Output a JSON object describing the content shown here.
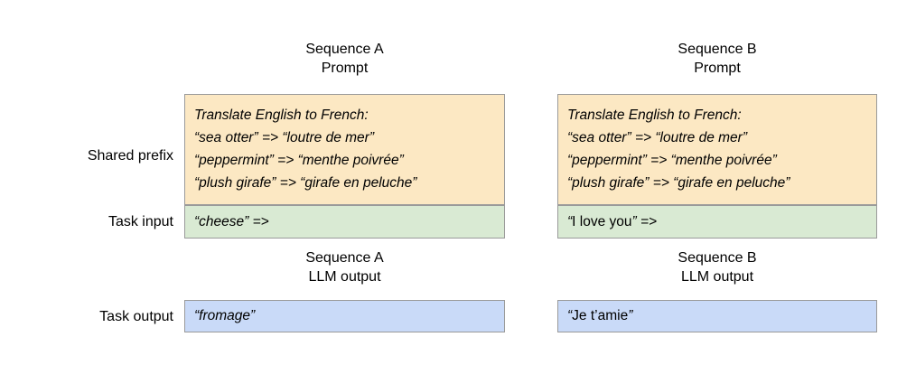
{
  "diagram": {
    "row_labels": {
      "shared_prefix": "Shared prefix",
      "task_input": "Task input",
      "task_output": "Task output"
    },
    "columns": [
      {
        "id": "sequence-a",
        "prompt_header": {
          "line1": "Sequence A",
          "line2": "Prompt"
        },
        "output_header": {
          "line1": "Sequence A",
          "line2": "LLM output"
        },
        "shared_prefix_lines": [
          "Translate English to French:",
          "“sea otter” => “loutre de mer”",
          "“peppermint” => “menthe poivrée”",
          "“plush girafe” => “girafe en peluche”"
        ],
        "task_input": {
          "open_quote": "“",
          "body": "cheese",
          "close_quote": "”",
          "arrow": " =>",
          "upright_body": false
        },
        "task_output": {
          "open_quote": "“",
          "body": "fromage",
          "close_quote": "”",
          "arrow": "",
          "upright_body": false
        }
      },
      {
        "id": "sequence-b",
        "prompt_header": {
          "line1": "Sequence B",
          "line2": "Prompt"
        },
        "output_header": {
          "line1": "Sequence B",
          "line2": "LLM output"
        },
        "shared_prefix_lines": [
          "Translate English to French:",
          "“sea otter” => “loutre de mer”",
          "“peppermint” => “menthe poivrée”",
          "“plush girafe” => “girafe en peluche”"
        ],
        "task_input": {
          "open_quote": "“",
          "body": "I love you",
          "close_quote": "”",
          "arrow": " =>",
          "upright_body": true
        },
        "task_output": {
          "open_quote": "“",
          "body": "Je t’amie",
          "close_quote": "”",
          "arrow": "",
          "upright_body": true
        }
      }
    ],
    "colors": {
      "prompt_fill": "#fce8c3",
      "task_input_fill": "#d9ead3",
      "task_output_fill": "#c9daf8",
      "border": "#9a9a9a",
      "text": "#000000",
      "background": "#ffffff"
    }
  }
}
